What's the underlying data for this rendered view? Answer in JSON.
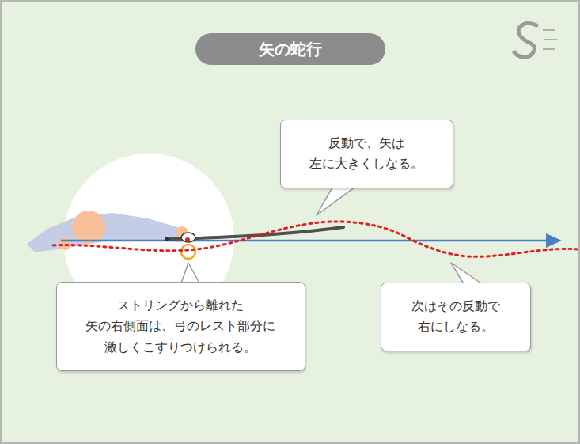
{
  "diagram": {
    "title": "矢の蛇行",
    "nodes": [
      {
        "text": [
          "反動で、矢は 左に大きくしなる。"
        ]
      },
      {
        "text": [
          "ストリングから離れた 矢の右側面は、弓のレスト部分に 激しくこすりつけられる。"
        ]
      },
      {
        "text": [
          "次はその反動で 右にしなる。"
        ]
      }
    ]
  }
}
